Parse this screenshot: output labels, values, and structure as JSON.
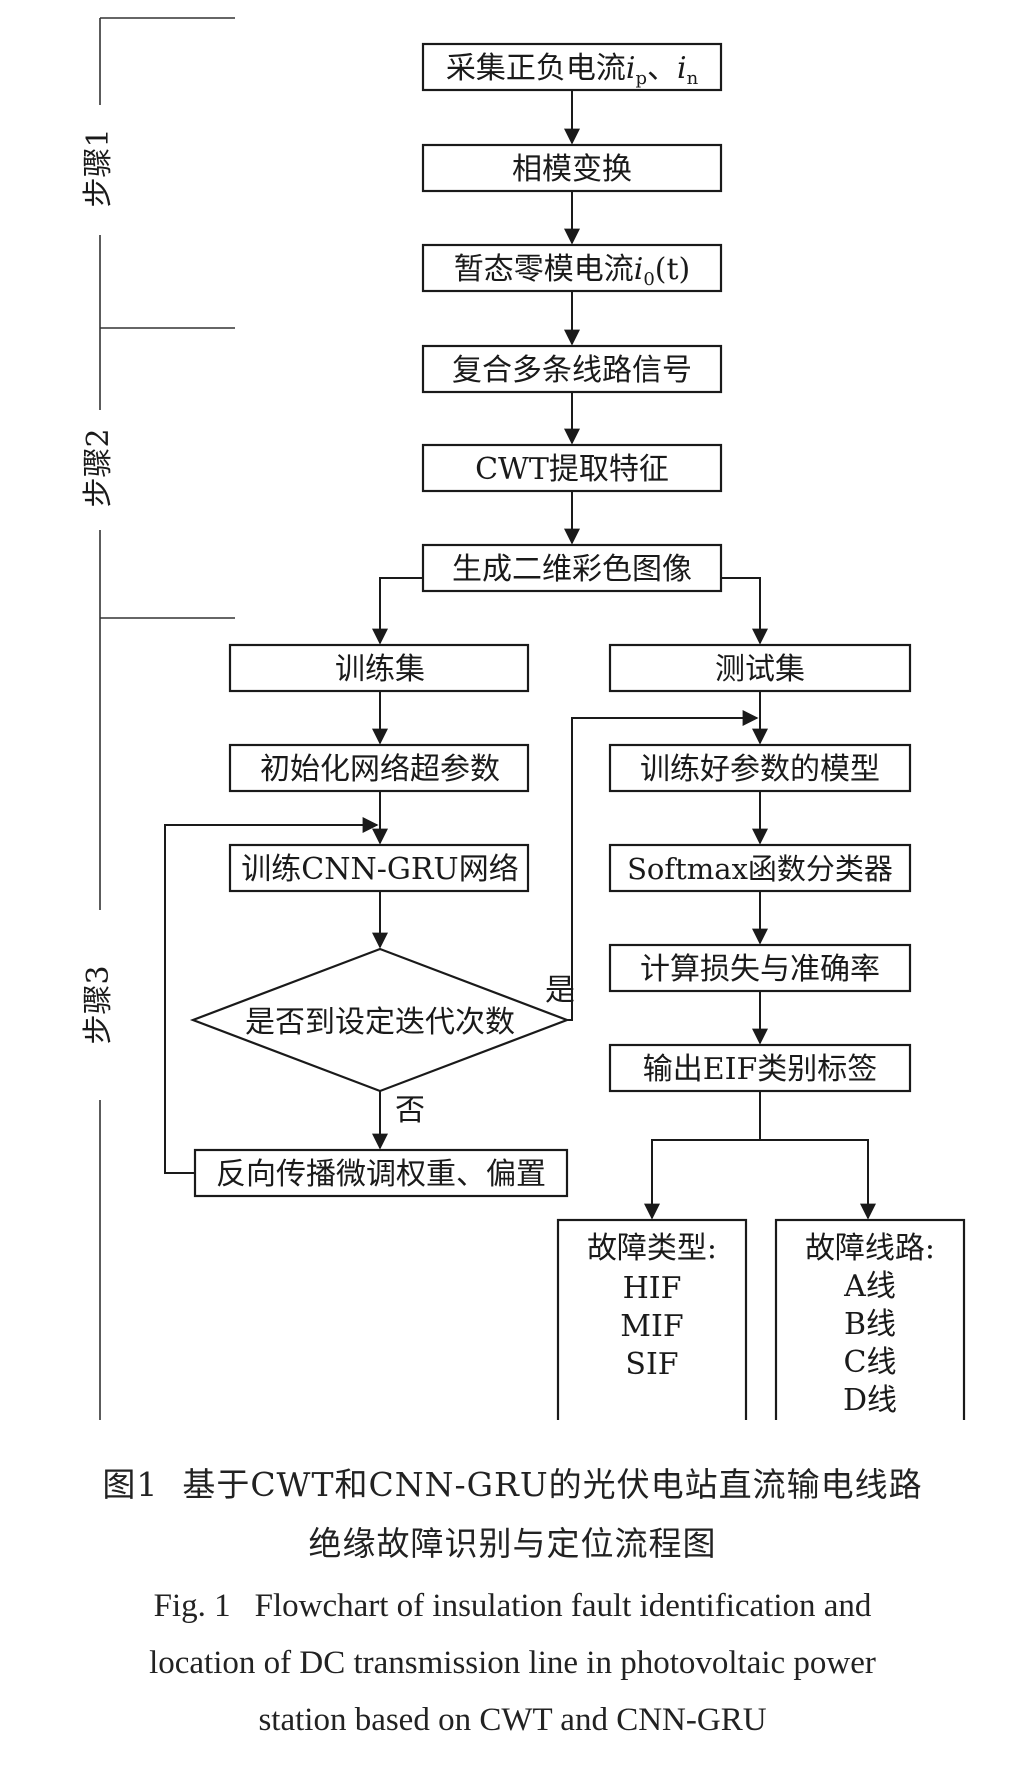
{
  "steps": {
    "s1": "步骤1",
    "s2": "步骤2",
    "s3": "步骤3"
  },
  "nodes": {
    "n1": {
      "text": "采集正负电流",
      "var1": "i",
      "sub1": "p",
      "sep": "、",
      "var2": "i",
      "sub2": "n"
    },
    "n2": "相模变换",
    "n3": {
      "text": "暂态零模电流",
      "var": "i",
      "sub": "0",
      "arg": "(t)"
    },
    "n4": "复合多条线路信号",
    "n5": "CWT提取特征",
    "n6": "生成二维彩色图像",
    "train_set": "训练集",
    "test_set": "测试集",
    "init": "初始化网络超参数",
    "train_net": "训练CNN-GRU网络",
    "decision": "是否到设定迭代次数",
    "yes": "是",
    "no": "否",
    "backprop": "反向传播微调权重、偏置",
    "trained_model": "训练好参数的模型",
    "softmax": "Softmax函数分类器",
    "loss": "计算损失与准确率",
    "output": "输出EIF类别标签",
    "fault_type": {
      "title": "故障类型:",
      "items": [
        "HIF",
        "MIF",
        "SIF"
      ]
    },
    "fault_line": {
      "title": "故障线路:",
      "items": [
        "A线",
        "B线",
        "C线",
        "D线"
      ]
    }
  },
  "caption": {
    "zh_fig": "图1",
    "zh_line1": "基于CWT和CNN-GRU的光伏电站直流输电线路",
    "zh_line2": "绝缘故障识别与定位流程图",
    "en_fig": "Fig. 1",
    "en_line1": "Flowchart of insulation fault identification and",
    "en_line2": "location of DC transmission line in photovoltaic power",
    "en_line3": "station based on CWT and CNN-GRU"
  }
}
